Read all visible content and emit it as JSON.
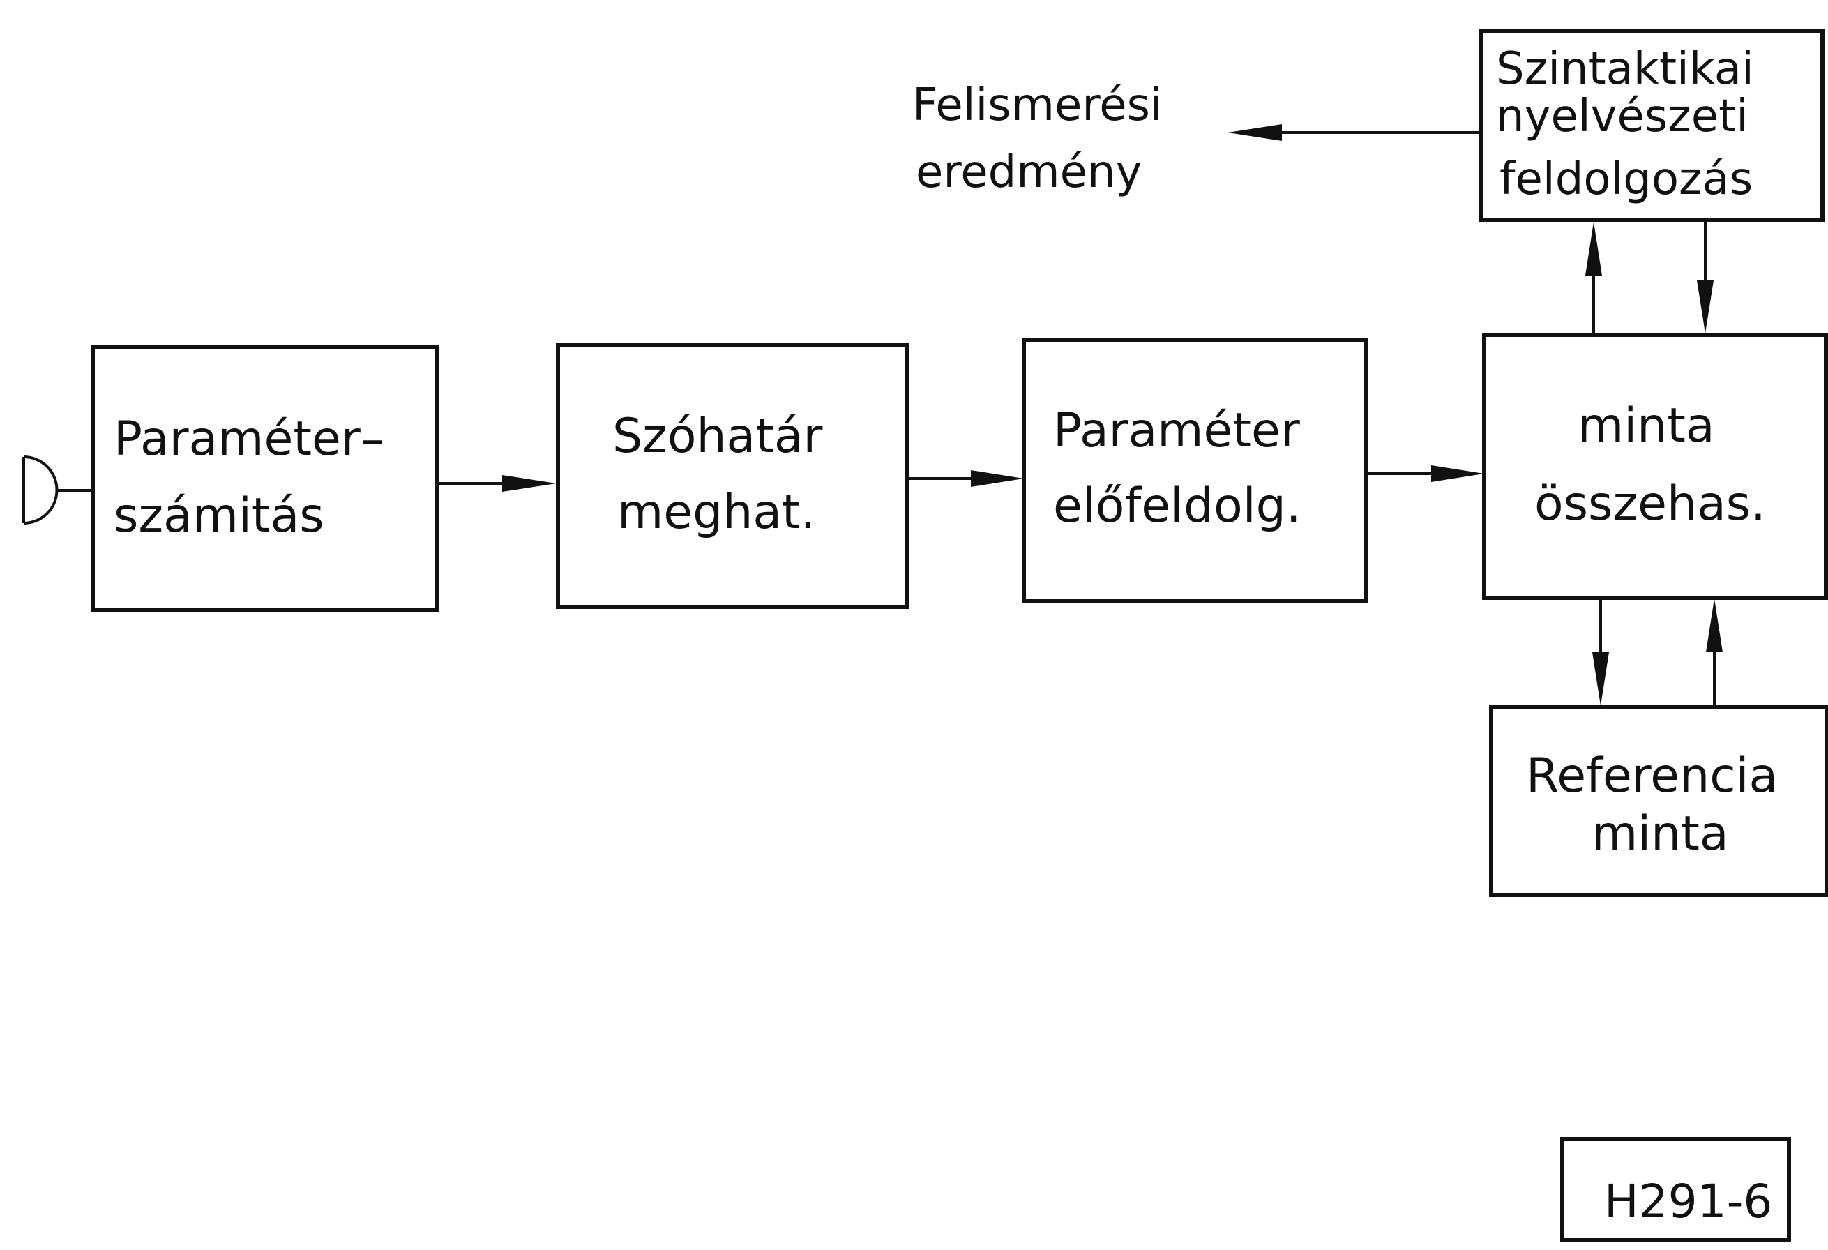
{
  "diagram": {
    "blocks": [
      {
        "id": "param-calc",
        "lines": [
          "Paraméter–",
          "számitás"
        ]
      },
      {
        "id": "word-boundary",
        "lines": [
          "Szóhatár",
          "meghat."
        ]
      },
      {
        "id": "param-preproc",
        "lines": [
          "Paraméter",
          "előfeldolg."
        ]
      },
      {
        "id": "pattern-compare",
        "lines": [
          "minta",
          "összehas."
        ]
      },
      {
        "id": "syntactic-processing",
        "lines": [
          "Szintaktikai",
          "nyelvészeti",
          "feldolgozás"
        ]
      },
      {
        "id": "reference-pattern",
        "lines": [
          "Referencia",
          "minta"
        ]
      }
    ],
    "output_label": {
      "lines": [
        "Felismerési",
        "eredmény"
      ]
    },
    "figure_id": "H291-6",
    "input_icon": "microphone-icon"
  }
}
